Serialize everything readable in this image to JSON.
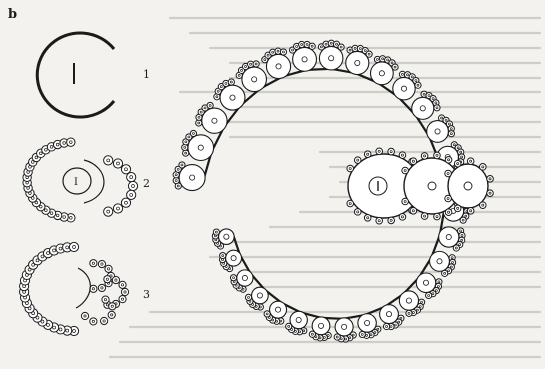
{
  "panel_label": "b",
  "stage_labels": [
    "1",
    "2",
    "3"
  ],
  "center_mark": "I",
  "colors": {
    "ink": "#1b1b1b",
    "paper": "#f3f2ee",
    "bleed_text": "#cfcdc7"
  }
}
